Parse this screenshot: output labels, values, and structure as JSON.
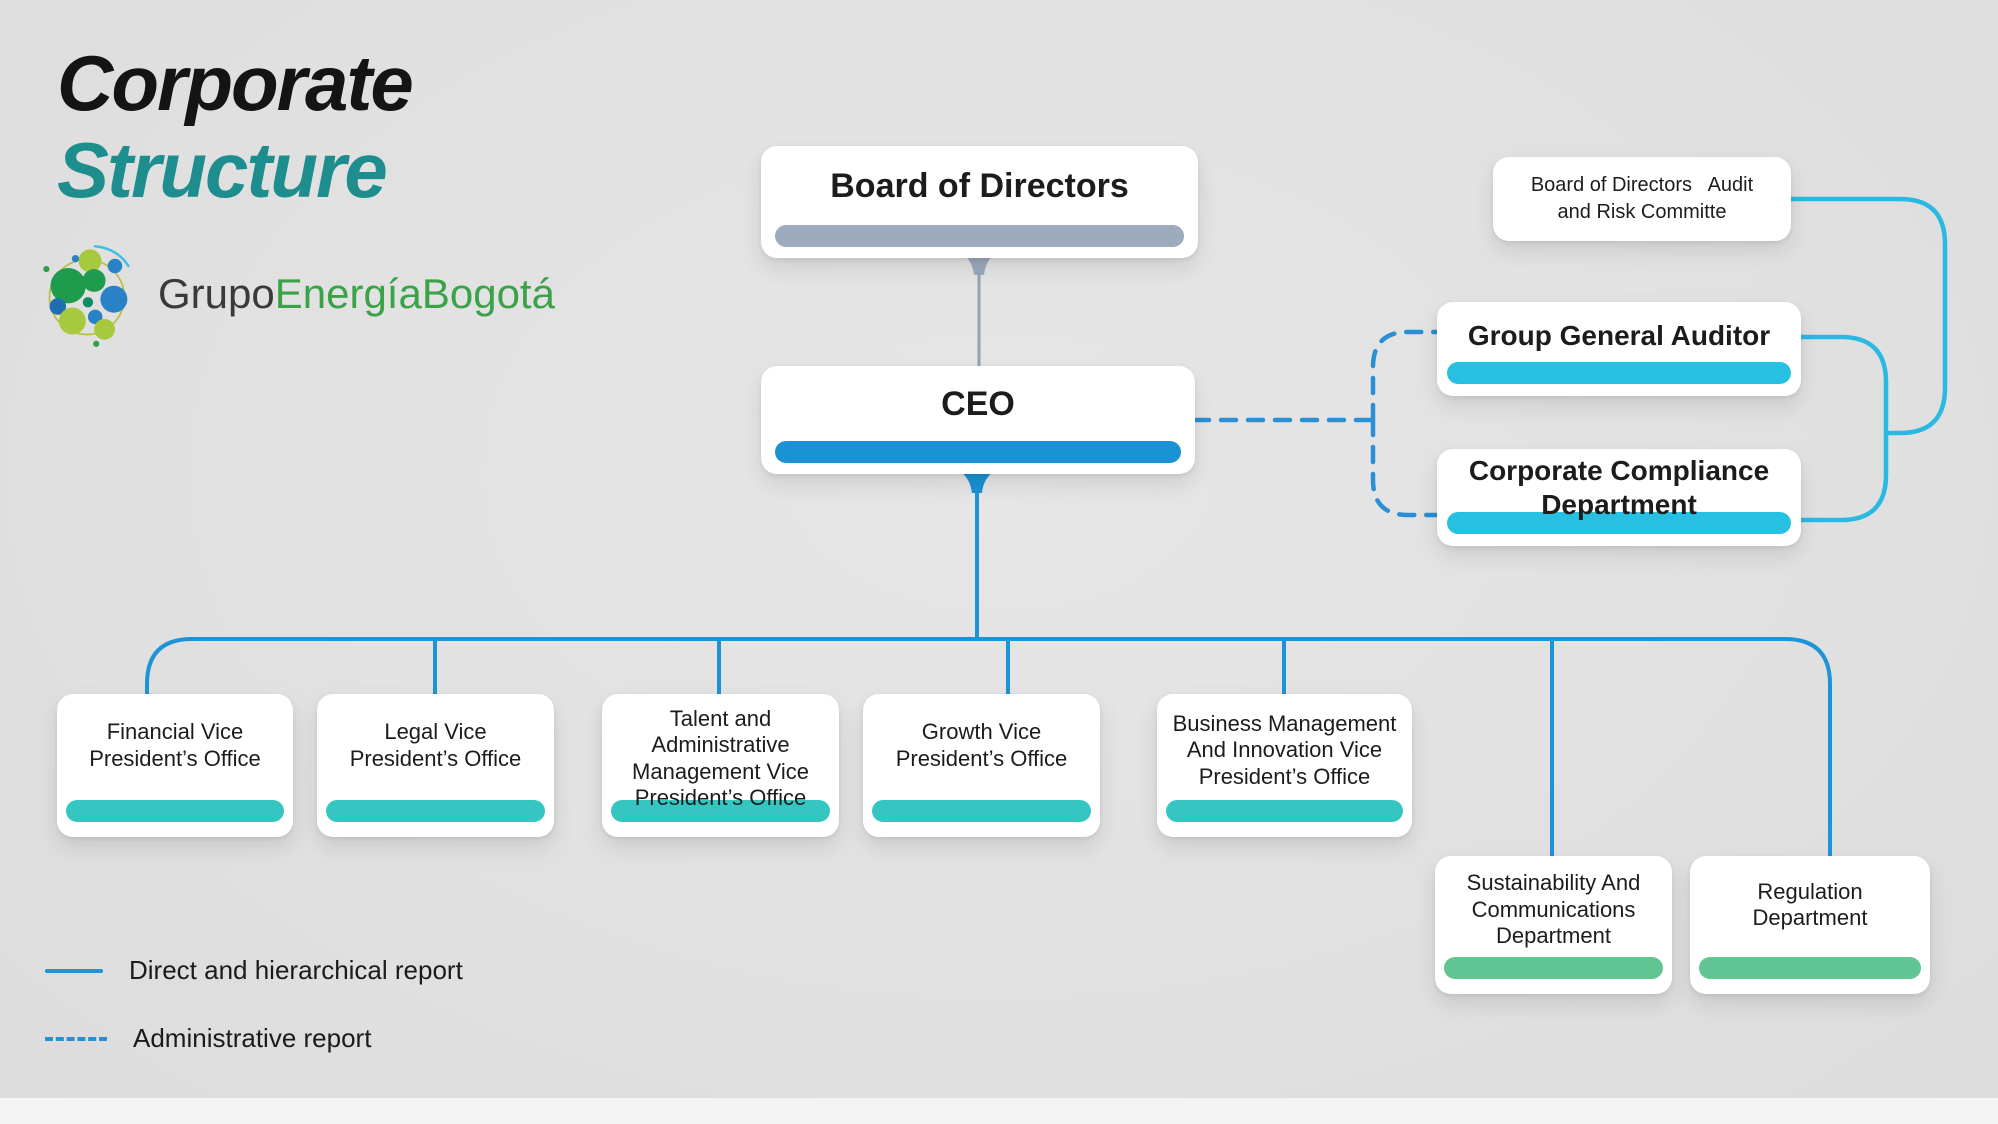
{
  "header": {
    "title_line1": "Corporate",
    "title_line2": "Structure",
    "logo": {
      "word1": "Grupo",
      "word2": "Energía",
      "word3": "Bogotá"
    }
  },
  "nodes": {
    "board": {
      "label": "Board of Directors",
      "bar_color": "#9cabbe"
    },
    "ceo": {
      "label": "CEO",
      "bar_color": "#1b92d4"
    },
    "audit_committee": {
      "label": "Board of Directors   Audit\nand Risk Committe"
    },
    "group_auditor": {
      "label": "Group General Auditor",
      "bar_color": "#28c0e2"
    },
    "compliance": {
      "label": "Corporate Compliance Department",
      "bar_color": "#28c0e2"
    },
    "financial": {
      "label": "Financial Vice President’s Office",
      "bar_color": "#36c6c2"
    },
    "legal": {
      "label": "Legal Vice President’s Office",
      "bar_color": "#36c6c2"
    },
    "talent": {
      "label": "Talent and Administrative Management Vice President’s Office",
      "bar_color": "#36c6c2"
    },
    "growth": {
      "label": "Growth Vice President’s Office",
      "bar_color": "#36c6c2"
    },
    "business": {
      "label": "Business Management And Innovation Vice President’s Office",
      "bar_color": "#36c6c2"
    },
    "sustainability": {
      "label": "Sustainability And Communications Department",
      "bar_color": "#60c493"
    },
    "regulation": {
      "label": "Regulation Department",
      "bar_color": "#60c493"
    }
  },
  "legend": {
    "direct": {
      "label": "Direct and hierarchical report",
      "style": "solid"
    },
    "administrative": {
      "label": "Administrative report",
      "style": "dashed"
    }
  },
  "palette": {
    "background": "#e1e1e1",
    "title_teal": "#1e8d8d",
    "logo_green": "#3aa348",
    "line_blue": "#1e93d6",
    "line_dashed_blue": "#2a8fd4",
    "line_cyan": "#29b9e2",
    "connector_gray": "#93a2b6",
    "bar_slate": "#9cabbe",
    "bar_blue": "#1b92d4",
    "bar_cyan": "#28c0e2",
    "bar_turquoise": "#36c6c2",
    "bar_green": "#60c493"
  }
}
